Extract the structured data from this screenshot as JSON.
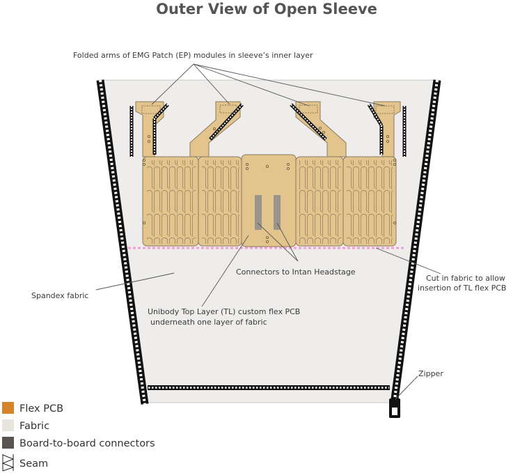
{
  "title": "Outer View of Open Sleeve",
  "colors": {
    "flex_pcb": "#e3c48d",
    "flex_pcb_stroke": "#8a7a5e",
    "fabric": "#eeedeb",
    "connector": "#9a948c",
    "seam": "#1a1a1a",
    "cut": "#f0a0d6",
    "legend_flex": "#d4842a",
    "legend_fabric": "#e8e4de",
    "legend_connector": "#5a5450"
  },
  "annotations": {
    "folded_arms": "Folded arms of EMG Patch (EP) modules in sleeve’s inner layer",
    "connectors": "Connectors to Intan Headstage",
    "cut_line1": "Cut in fabric to allow",
    "cut_line2": "insertion of TL flex PCB",
    "spandex": "Spandex fabric",
    "tl_line1": "Unibody Top Layer (TL) custom flex PCB",
    "tl_line2": "underneath one layer of fabric",
    "zipper": "Zipper"
  },
  "legend": [
    {
      "label": "Flex PCB",
      "swatch": "flex"
    },
    {
      "label": "Fabric",
      "swatch": "fabric"
    },
    {
      "label": "Board-to-board connectors",
      "swatch": "connector"
    },
    {
      "label": "Seam",
      "swatch": "seam-icon"
    }
  ]
}
